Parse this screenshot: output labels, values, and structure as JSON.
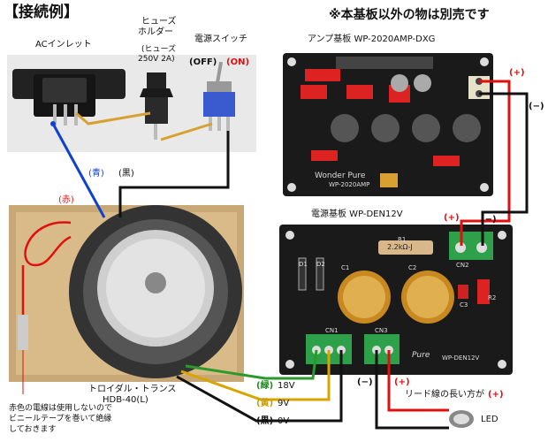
{
  "header": {
    "title": "【接続例】",
    "note": "※本基板以外の物は別売です"
  },
  "parts": {
    "ac_inlet": "ACインレット",
    "fuse_holder_1": "ヒューズ",
    "fuse_holder_2": "ホルダー",
    "fuse_spec_1": "(ヒューズ",
    "fuse_spec_2": "250V 2A)",
    "power_switch": "電源スイッチ",
    "switch_off": "(OFF)",
    "switch_on": "(ON)",
    "amp_board": "アンプ基板 WP-2020AMP-DXG",
    "power_board": "電源基板 WP-DEN12V",
    "transformer_1": "トロイダル・トランス",
    "transformer_2": "HDB-40(L)",
    "led": "LED"
  },
  "wire_labels": {
    "blue": "(青)",
    "black_top": "(黒)",
    "red": "(赤)",
    "green_18v_color": "(緑)",
    "green_18v_value": "18V",
    "yellow_9v_color": "(黄)",
    "yellow_9v_value": "9V",
    "black_0v_color": "(黒)",
    "black_0v_value": "0V",
    "amp_plus": "(+)",
    "amp_minus": "(−)",
    "den_plus": "(+)",
    "den_minus": "(−)",
    "led_minus": "(−)",
    "led_plus": "(+)",
    "led_note": "リード線の長い方が",
    "led_note_plus": "(+)"
  },
  "notes": {
    "red_wire_1": "赤色の電線は使用しないので",
    "red_wire_2": "ビニールテープを巻いて絶縁",
    "red_wire_3": "しておきます"
  },
  "silkscreen": {
    "amp_brand": "Wonder Pure",
    "amp_model": "WP-2020AMP",
    "den_brand": "Pure",
    "den_model": "WP-DEN12V",
    "den_r1": "R1",
    "den_r1_value": "2.2kΩ-J",
    "cn1": "CN1",
    "cn2": "CN2",
    "cn3": "CN3",
    "c1": "C1",
    "c2": "C2",
    "c3": "C3",
    "r2": "R2",
    "d1": "D1",
    "d2": "D2"
  },
  "colors": {
    "wire_red": "#e01010",
    "wire_blue": "#1040d0",
    "wire_green": "#2a9a2a",
    "wire_yellow": "#d8a400",
    "wire_black": "#111111",
    "wire_orange": "#d8a030",
    "board_black": "#1a1a1a",
    "terminal_green": "#2fa04a"
  }
}
